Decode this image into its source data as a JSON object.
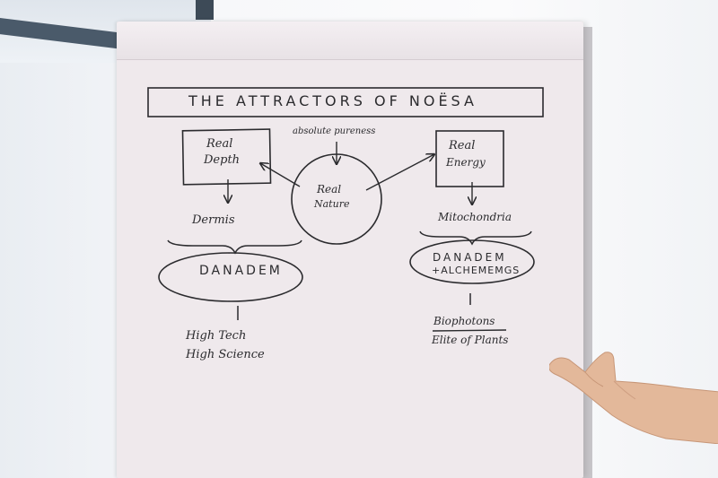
{
  "flipchart": {
    "faint_top_text": "",
    "title": "THE ATTRACTORS OF NOËSA",
    "absolute_pureness": "absolute pureness",
    "left_box": [
      "Real",
      "Depth"
    ],
    "center_circle": [
      "Real",
      "Nature"
    ],
    "right_box": [
      "Real",
      "Energy"
    ],
    "left_below_box": "Dermis",
    "right_below_box": "Mitochondria",
    "left_ellipse": "DANADEM",
    "right_ellipse": [
      "DANADEM",
      "+ALCHEMEMGS"
    ],
    "left_bottom": [
      "High Tech",
      "High Science"
    ],
    "right_bottom": [
      "Biophotons",
      "Elite of Plants"
    ]
  },
  "colors": {
    "paper": "#efe9ec",
    "ink": "#2b2b2e",
    "skin": "#e3b89a"
  }
}
